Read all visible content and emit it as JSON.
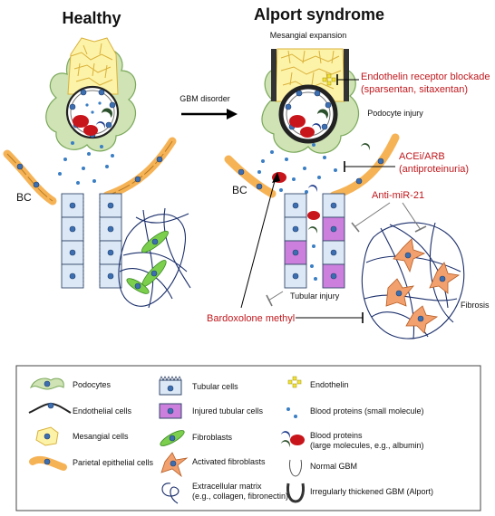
{
  "titles": {
    "healthy": "Healthy",
    "alport": "Alport syndrome"
  },
  "labels": {
    "mesangial_expansion": "Mesangial expansion",
    "gbm_disorder": "GBM disorder",
    "podocyte_injury": "Podocyte injury",
    "bc_left": "BC",
    "bc_right": "BC",
    "tubular_injury": "Tubular injury",
    "fibrosis": "Fibrosis"
  },
  "treatments": {
    "endothelin_line1": "Endothelin receptor blockade",
    "endothelin_line2": "(sparsentan, sitaxentan)",
    "acei_line1": "ACEi/ARB",
    "acei_line2": "(antiproteinuria)",
    "antimir": "Anti-miR-21",
    "bardoxolone": "Bardoxolone methyl"
  },
  "legend": {
    "podocytes": "Podocytes",
    "endothelial": "Endothelial cells",
    "mesangial": "Mesangial cells",
    "parietal": "Parietal epithelial cells",
    "tubular": "Tubular cells",
    "injured_tubular": "Injured tubular cells",
    "fibroblasts": "Fibroblasts",
    "activated_fibroblasts": "Activated fibroblasts",
    "ecm_line1": "Extracellular matrix",
    "ecm_line2": "(e.g., collagen, fibronectin)",
    "endothelin": "Endothelin",
    "small_proteins": "Blood proteins (small molecule)",
    "large_proteins_line1": "Blood proteins",
    "large_proteins_line2": "(large molecules, e.g., albumin)",
    "normal_gbm": "Normal GBM",
    "thick_gbm": "Irregularly thickened GBM (Alport)"
  },
  "colors": {
    "podocyte_green": "#cfe3b4",
    "mesangial_yellow": "#fdf3a8",
    "parietal_orange": "#f6b356",
    "tubular_blue": "#dce8f5",
    "injured_purple": "#cc7fdc",
    "fibroblast_green": "#7bcf4c",
    "activated_orange": "#f2a06e",
    "nucleus_blue": "#3d6fb0",
    "rbc_red": "#c8151b",
    "treatment_red": "#c0181d"
  }
}
